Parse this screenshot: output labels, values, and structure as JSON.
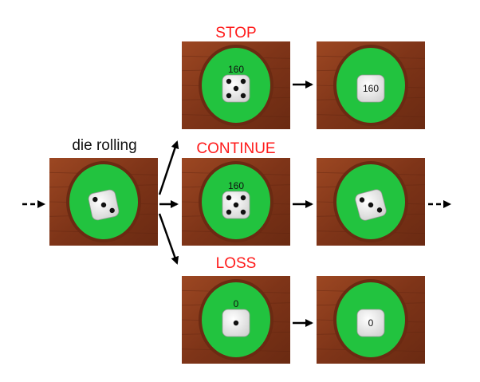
{
  "labels": {
    "rolling": "die rolling",
    "stop": "STOP",
    "continue": "CONTINUE",
    "loss": "LOSS"
  },
  "panels": {
    "roll": {
      "die": 3,
      "score": ""
    },
    "stop_a": {
      "die": 5,
      "score": "160"
    },
    "stop_b": {
      "die": 0,
      "score": "160"
    },
    "cont_a": {
      "die": 5,
      "score": "160"
    },
    "cont_b": {
      "die": 3,
      "score": ""
    },
    "loss_a": {
      "die": 1,
      "score": "0"
    },
    "loss_b": {
      "die": 0,
      "score": "0"
    }
  },
  "colors": {
    "wood": "#8a3a1c",
    "wood_dark": "#5e2410",
    "felt": "#22c33f",
    "rim": "#6b2a12",
    "label_red": "#ff1a1a"
  }
}
